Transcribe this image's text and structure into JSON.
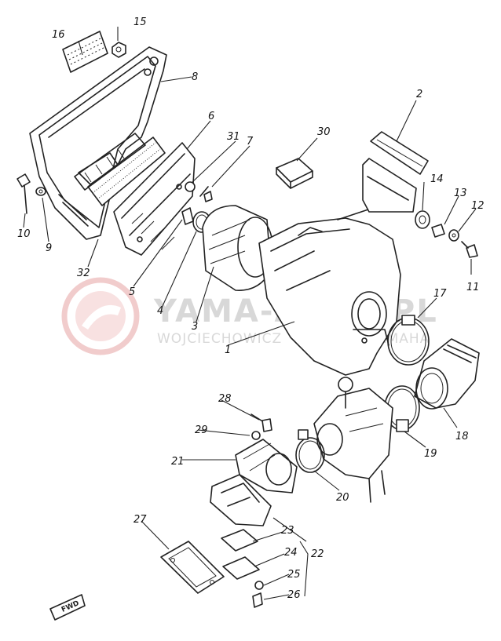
{
  "watermark": {
    "main_text": "YAMA-AKKO.PL",
    "sub_text": "WOJCIECHOWICZ",
    "sub_text_right": "AMAHA"
  },
  "fwd_badge": "FWD",
  "part_labels": {
    "p1": "1",
    "p2": "2",
    "p3": "3",
    "p4": "4",
    "p5": "5",
    "p6": "6",
    "p7": "7",
    "p8": "8",
    "p9": "9",
    "p10": "10",
    "p11": "11",
    "p12": "12",
    "p13": "13",
    "p14": "14",
    "p15": "15",
    "p16": "16",
    "p17": "17",
    "p18": "18",
    "p19": "19",
    "p20": "20",
    "p21": "21",
    "p22": "22",
    "p23": "23",
    "p24": "24",
    "p25": "25",
    "p26": "26",
    "p27": "27",
    "p28": "28",
    "p29": "29",
    "p30": "30",
    "p31": "31",
    "p32": "32"
  },
  "colors": {
    "line": "#222222",
    "watermark": "#d8d8d8",
    "watermark_logo": "#f2c4c4"
  }
}
